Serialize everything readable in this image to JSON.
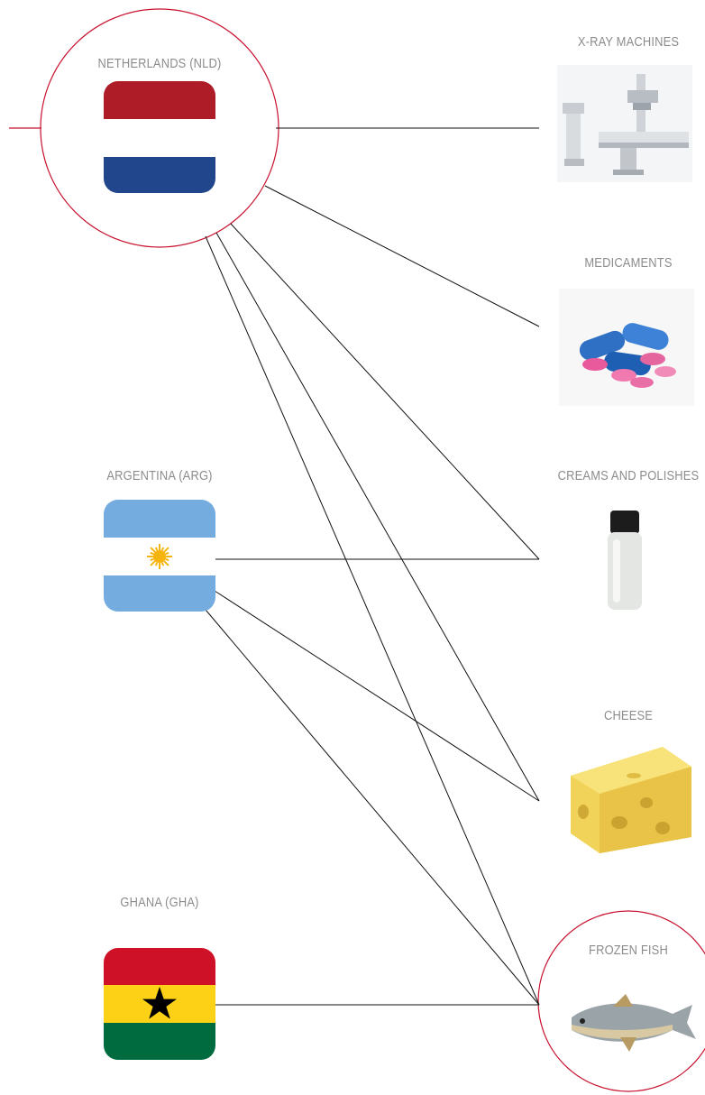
{
  "countries": [
    {
      "id": "nld",
      "label": "NETHERLANDS (NLD)",
      "highlighted": true
    },
    {
      "id": "arg",
      "label": "ARGENTINA (ARG)",
      "highlighted": false
    },
    {
      "id": "gha",
      "label": "GHANA (GHA)",
      "highlighted": false
    }
  ],
  "products": [
    {
      "id": "xray",
      "label": "X-RAY MACHINES",
      "icon": "x-ray-machine-icon",
      "highlighted": false
    },
    {
      "id": "medicaments",
      "label": "MEDICAMENTS",
      "icon": "pills-icon",
      "highlighted": false
    },
    {
      "id": "creams",
      "label": "CREAMS AND POLISHES",
      "icon": "bottle-icon",
      "highlighted": false
    },
    {
      "id": "cheese",
      "label": "CHEESE",
      "icon": "cheese-icon",
      "highlighted": false
    },
    {
      "id": "fish",
      "label": "FROZEN FISH",
      "icon": "fish-icon",
      "highlighted": true
    }
  ],
  "links": [
    {
      "from": "nld",
      "to": "xray"
    },
    {
      "from": "nld",
      "to": "medicaments"
    },
    {
      "from": "nld",
      "to": "creams"
    },
    {
      "from": "nld",
      "to": "cheese"
    },
    {
      "from": "nld",
      "to": "fish"
    },
    {
      "from": "arg",
      "to": "creams"
    },
    {
      "from": "arg",
      "to": "cheese"
    },
    {
      "from": "arg",
      "to": "fish"
    },
    {
      "from": "gha",
      "to": "fish"
    }
  ],
  "colors": {
    "highlight": "#c8102e",
    "label": "#8c8c8c",
    "line": "#111111",
    "nld_red": "#ae1c28",
    "nld_white": "#ffffff",
    "nld_blue": "#21468b",
    "arg_blue": "#74acdf",
    "arg_white": "#ffffff",
    "arg_sun": "#f6b40e",
    "gha_red": "#ce1126",
    "gha_yellow": "#fcd116",
    "gha_green": "#006b3f",
    "gha_star": "#000000"
  }
}
